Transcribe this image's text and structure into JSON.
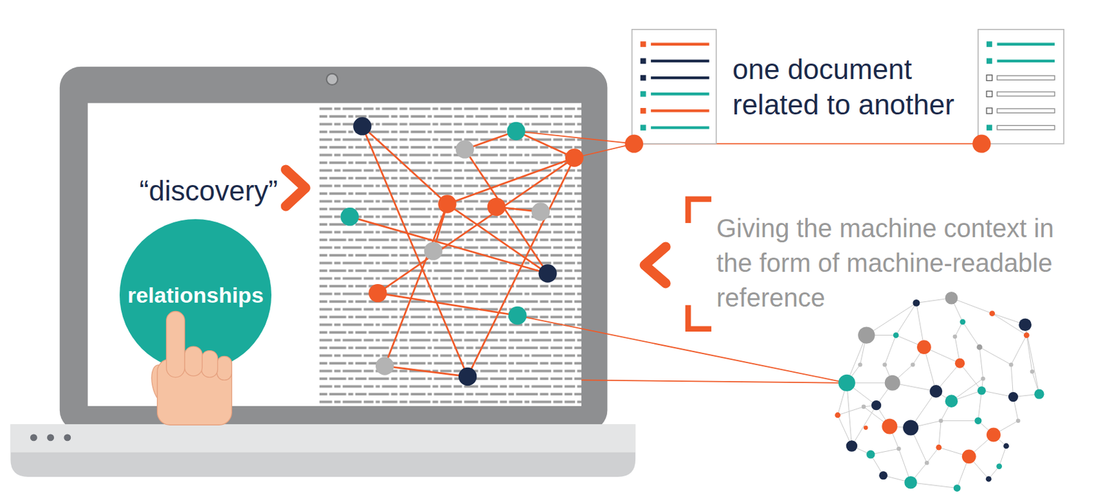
{
  "diagram": {
    "nodes": [
      {
        "text": [
          "relationships"
        ]
      }
    ],
    "labels": [
      "“discovery”",
      "one document related to another",
      "Giving the machine context in the form of machine-readable reference"
    ]
  }
}
